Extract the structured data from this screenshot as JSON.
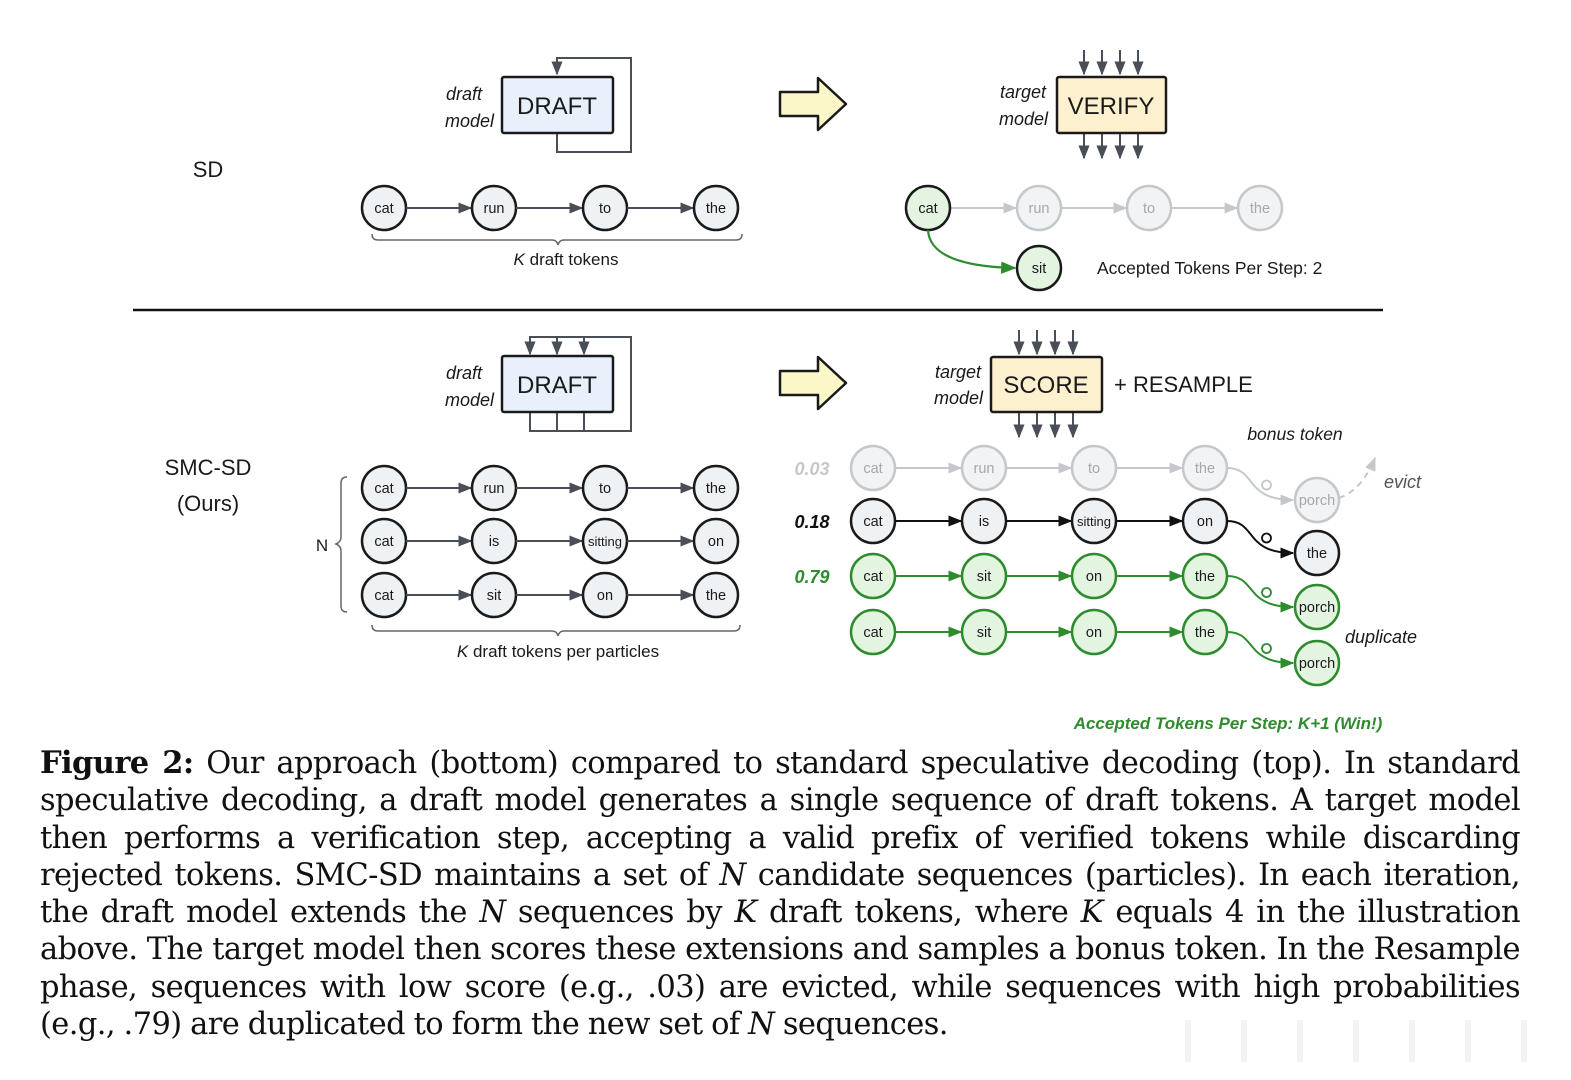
{
  "figure": {
    "sd": {
      "row_label": "SD",
      "draft_model_label": [
        "draft",
        "model"
      ],
      "draft_box": "DRAFT",
      "draft_tokens": [
        "cat",
        "run",
        "to",
        "the"
      ],
      "brace_label_var": "K",
      "brace_label_rest": " draft tokens",
      "target_model_label": [
        "target",
        "model"
      ],
      "verify_box": "VERIFY",
      "verified_tokens": [
        {
          "text": "cat",
          "state": "accepted"
        },
        {
          "text": "run",
          "state": "rejected"
        },
        {
          "text": "to",
          "state": "rejected"
        },
        {
          "text": "the",
          "state": "rejected"
        }
      ],
      "correction_token": "sit",
      "accepted_text": "Accepted Tokens Per Step: 2"
    },
    "smc": {
      "row_label": [
        "SMC-SD",
        "(Ours)"
      ],
      "draft_model_label": [
        "draft",
        "model"
      ],
      "draft_box": "DRAFT",
      "n_label": "N",
      "particles": [
        [
          "cat",
          "run",
          "to",
          "the"
        ],
        [
          "cat",
          "is",
          "sitting",
          "on"
        ],
        [
          "cat",
          "sit",
          "on",
          "the"
        ]
      ],
      "brace_label_var": "K",
      "brace_label_rest": " draft tokens per particles",
      "target_model_label": [
        "target",
        "model"
      ],
      "score_box": "SCORE",
      "resample_label": "+ RESAMPLE",
      "bonus_token_label": "bonus token",
      "scored_rows": [
        {
          "score": "0.03",
          "state": "evicted",
          "tokens": [
            "cat",
            "run",
            "to",
            "the"
          ],
          "bonus": "porch"
        },
        {
          "score": "0.18",
          "state": "kept",
          "tokens": [
            "cat",
            "is",
            "sitting",
            "on"
          ],
          "bonus": "the"
        },
        {
          "score": "0.79",
          "state": "duplicated",
          "tokens": [
            "cat",
            "sit",
            "on",
            "the"
          ],
          "bonus": "porch"
        },
        {
          "score": "",
          "state": "duplicated",
          "tokens": [
            "cat",
            "sit",
            "on",
            "the"
          ],
          "bonus": "porch"
        }
      ],
      "evict_label": "evict",
      "duplicate_label": "duplicate",
      "accepted_text": "Accepted Tokens Per Step: K+1 (Win!)"
    },
    "colors": {
      "ink": "#1a1a1a",
      "edge": "#4a4f57",
      "green": "#2e8b2e",
      "green_fill": "#e3f5e1",
      "node_fill": "#eef2f4",
      "faded": "#c4c8cc",
      "faded_text": "#a4a9ae",
      "draft_fill": "#e8f0fb",
      "target_fill": "#fdf0cf",
      "arrow_fill": "#fbf7c8"
    }
  },
  "caption": {
    "label": "Figure 2:",
    "parts": [
      " Our approach (bottom) compared to standard speculative decoding (top).  In standard speculative decoding, a draft model generates a single sequence of draft tokens.  A target model then performs a verification step, accepting a valid prefix of verified tokens while discarding rejected tokens. SMC-SD maintains a set of ",
      "N",
      " candidate sequences (particles). In each iteration, the draft model extends the ",
      "N",
      " sequences by ",
      "K",
      " draft tokens, where ",
      "K",
      " equals 4 in the illustration above.  The target model then scores these extensions and samples a bonus token. In the Resample phase, sequences with low score (e.g., .03) are evicted, while sequences with high probabilities (e.g., .79) are duplicated to form the new set of ",
      "N",
      " sequences."
    ]
  }
}
